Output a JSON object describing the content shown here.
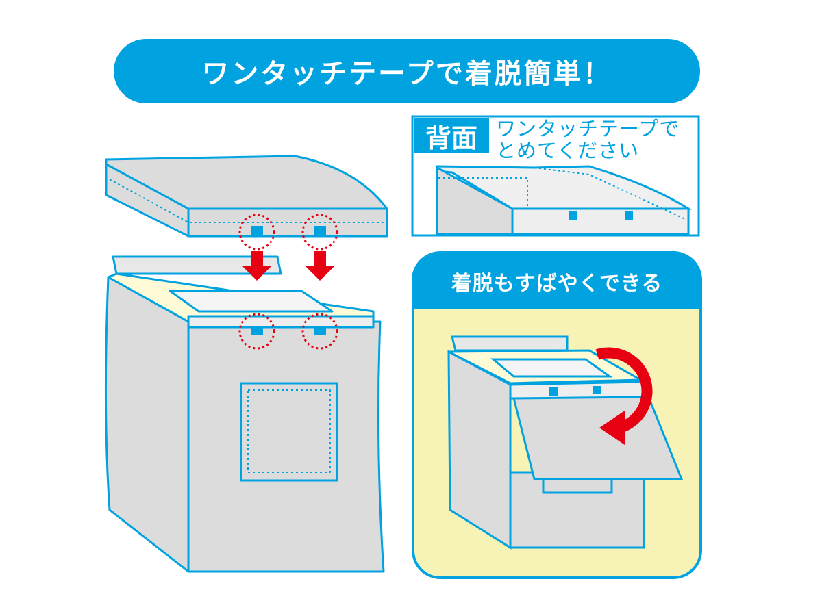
{
  "banner": {
    "title": "ワンタッチテープで着脱簡単！"
  },
  "back_panel": {
    "label": "背面",
    "instruction_line1": "ワンタッチテープで",
    "instruction_line2": "とめてください"
  },
  "quick_panel": {
    "title": "着脱もすばやくできる"
  },
  "colors": {
    "blue": "#00a3e0",
    "gray": "#dcdcdc",
    "yellow": "#f7f2b5",
    "red": "#e60012"
  }
}
